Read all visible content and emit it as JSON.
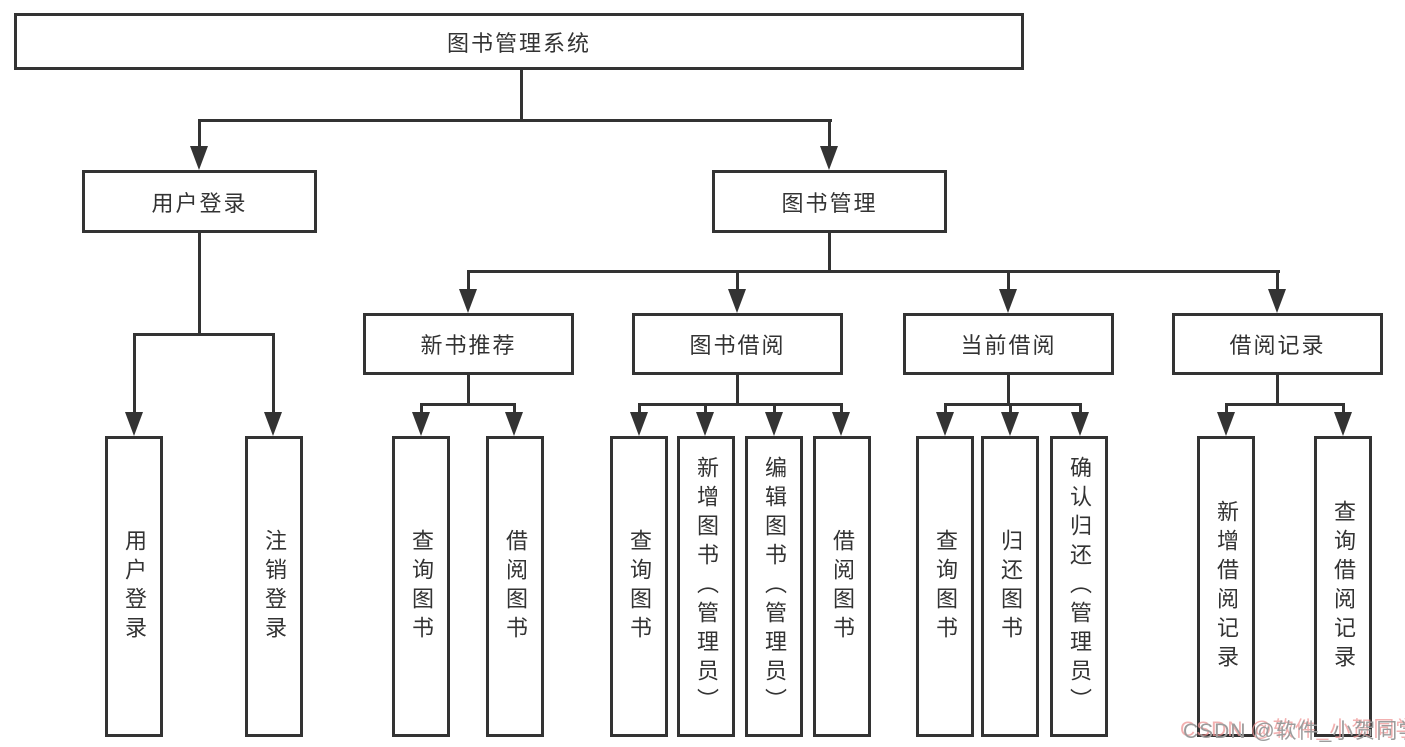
{
  "tree": {
    "label": "图书管理系统",
    "children": [
      {
        "label": "用户登录",
        "children": [
          {
            "label": "用户登录"
          },
          {
            "label": "注销登录"
          }
        ]
      },
      {
        "label": "图书管理",
        "children": [
          {
            "label": "新书推荐",
            "children": [
              {
                "label": "查询图书"
              },
              {
                "label": "借阅图书"
              }
            ]
          },
          {
            "label": "图书借阅",
            "children": [
              {
                "label": "查询图书"
              },
              {
                "label": "新增图书（管理员）"
              },
              {
                "label": "编辑图书（管理员）"
              },
              {
                "label": "借阅图书"
              }
            ]
          },
          {
            "label": "当前借阅",
            "children": [
              {
                "label": "查询图书"
              },
              {
                "label": "归还图书"
              },
              {
                "label": "确认归还（管理员）"
              }
            ]
          },
          {
            "label": "借阅记录",
            "children": [
              {
                "label": "新增借阅记录"
              },
              {
                "label": "查询借阅记录"
              }
            ]
          }
        ]
      }
    ]
  },
  "watermark": "CSDN @软件_小贺同学",
  "colors": {
    "line": "#333333",
    "text": "#333333",
    "background": "#ffffff",
    "watermark_gray": "#9c9c9c",
    "watermark_red_shadow": "#ee9696"
  }
}
